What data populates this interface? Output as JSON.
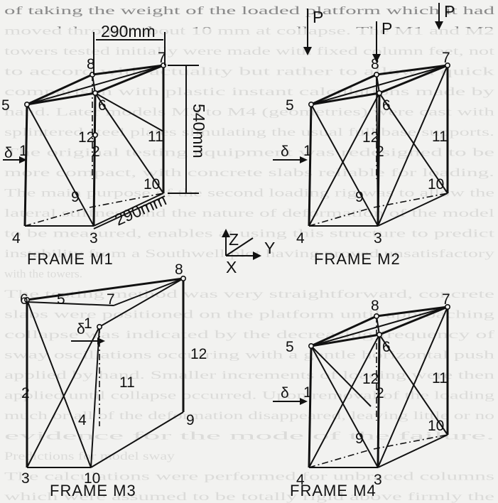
{
  "background_text": {
    "lines": [
      "of taking the weight of the loaded platform which it had",
      "moved through about 10 mm at collapse. The M1 and M2",
      "towers tested initially were made with fixed column feet, not",
      "to accord with actuality but rather to allow a quick",
      "comparison with plastic instant calculations made by",
      "hand. Later models M3 to M4 (geometries) were cast with",
      "splintered steel plates simulating the usual full base supports.",
      "The original testing equipment was redesigned to be",
      "more compact, with concrete slabs reliable for loading.",
      "The main purpose of the second loading rig was to allow the",
      "lateral stiffness and the nature of deformation of the model",
      "to be measured, enables at using this structure to predict",
      "instability from a Southwell plot having proved unsatisfactory",
      "with the towers.",
      "The testing method was very straightforward, concrete",
      "slabs were positioned on the platform until approaching",
      "collapse was indicated by the decreasing frequency of",
      "sway oscillations occurring with a gentle horizontal push",
      "applied by hand. Smaller increments of loading were then",
      "applied until collapse occurred. Upon removal of the loading",
      "much or all of the deformation disappeared, leaving little or no",
      "evidence for the mode of the failure.",
      "Predictions for model sway",
      "The calculations were performed for unbraced columns",
      "which were assumed to be totally rigid above firmly the"
    ]
  },
  "labels": {
    "dim_top": "290mm",
    "dim_depth": "290mm",
    "dim_height": "540mm",
    "load": "P",
    "sway": "δ",
    "axis_x": "X",
    "axis_y": "Y",
    "axis_z": "Z"
  },
  "frames": [
    {
      "caption": "FRAME M1",
      "nodes": [
        "1",
        "2",
        "3",
        "4",
        "5",
        "6",
        "7",
        "8",
        "9",
        "10",
        "11",
        "12"
      ]
    },
    {
      "caption": "FRAME M2",
      "nodes": [
        "1",
        "2",
        "3",
        "4",
        "5",
        "6",
        "7",
        "8",
        "9",
        "10",
        "11",
        "12"
      ]
    },
    {
      "caption": "FRAME M3",
      "nodes": [
        "1",
        "2",
        "3",
        "4",
        "5",
        "6",
        "7",
        "8",
        "9",
        "10",
        "11",
        "12"
      ]
    },
    {
      "caption": "FRAME M4",
      "nodes": [
        "1",
        "2",
        "3",
        "4",
        "5",
        "6",
        "7",
        "8",
        "9",
        "10",
        "11",
        "12"
      ]
    }
  ]
}
